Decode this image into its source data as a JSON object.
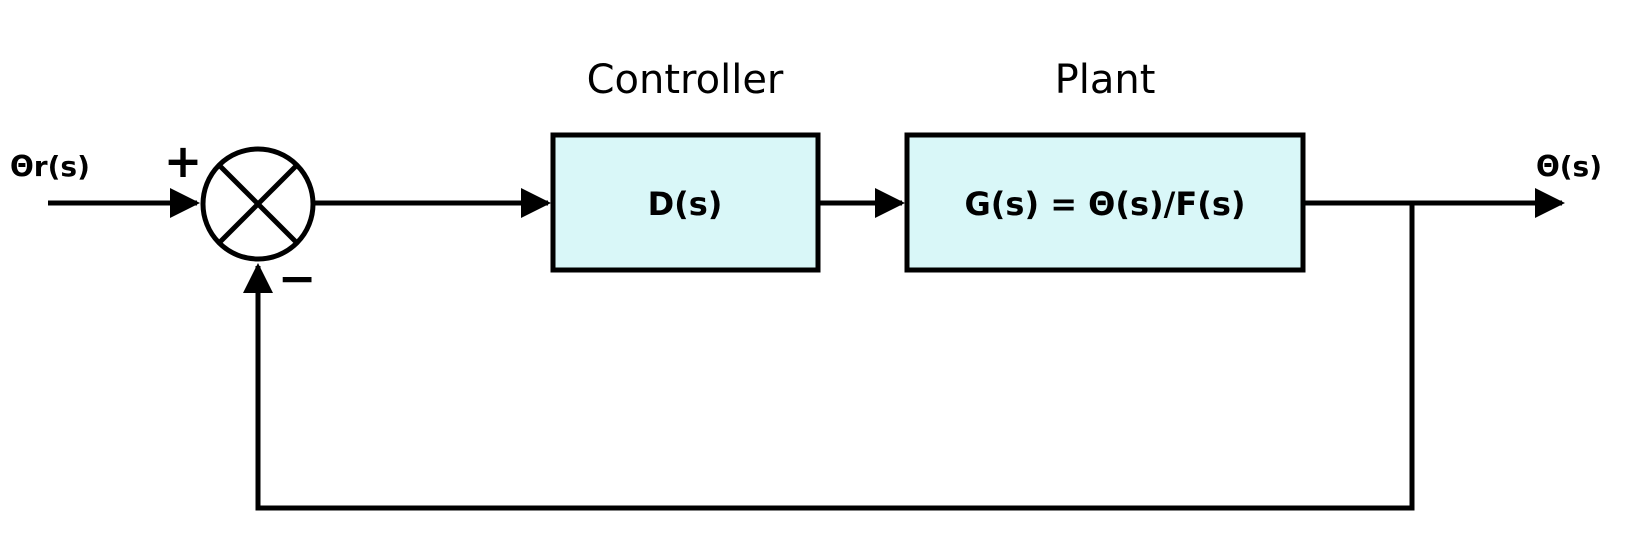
{
  "diagram": {
    "type": "control-system-block-diagram",
    "signals": {
      "input_label": "Θr(s)",
      "output_label": "Θ(s)"
    },
    "summing_junction": {
      "plus_sign": "+",
      "minus_sign": "−"
    },
    "controller": {
      "title": "Controller",
      "label": "D(s)"
    },
    "plant": {
      "title": "Plant",
      "label": "G(s) = Θ(s)/F(s)"
    },
    "colors": {
      "block_fill": "#d9f7f8",
      "line": "#000000",
      "background": "#ffffff"
    }
  }
}
